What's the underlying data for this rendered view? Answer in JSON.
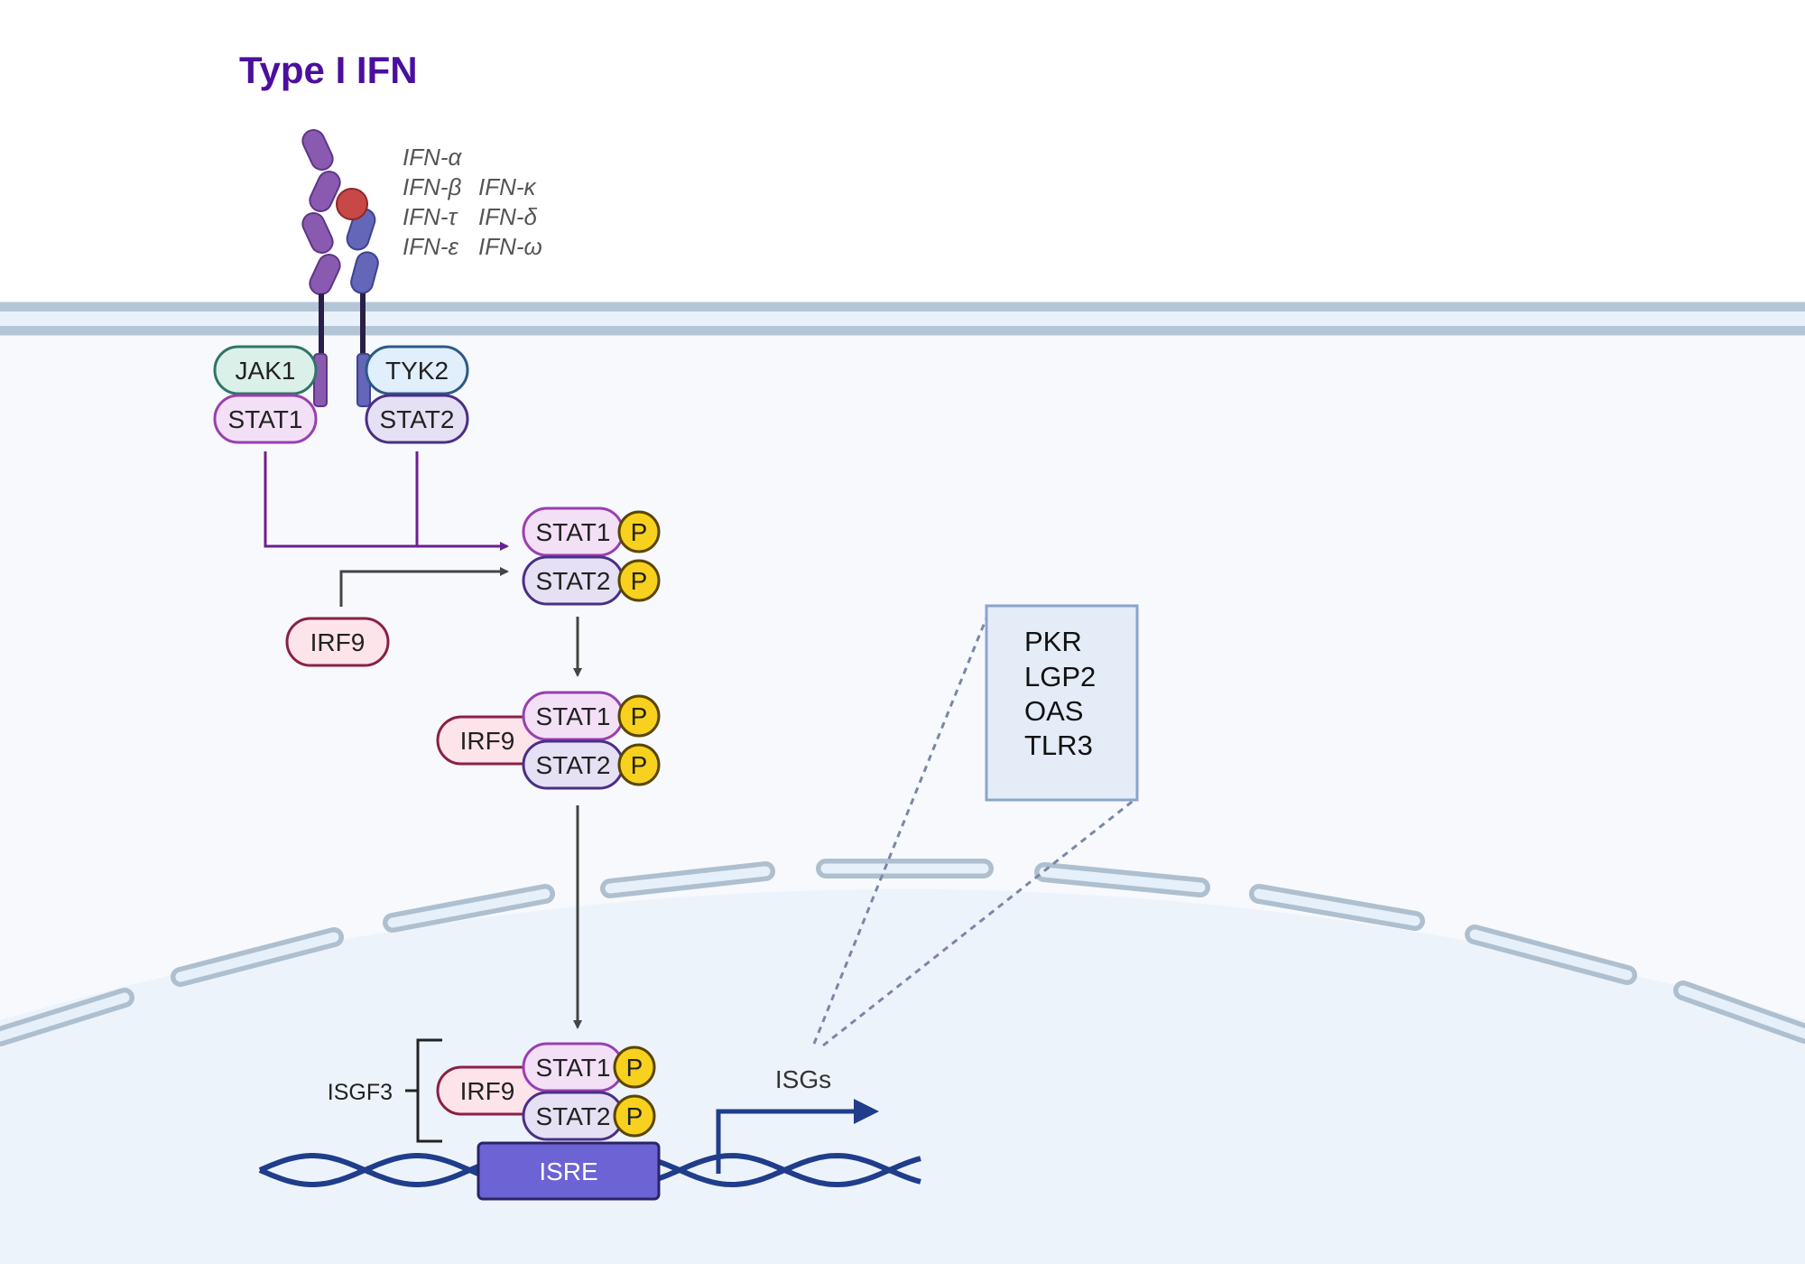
{
  "title": "Type I IFN",
  "ligands": [
    "IFN-α",
    "IFN-β",
    "IFN-κ",
    "IFN-τ",
    "IFN-δ",
    "IFN-ε",
    "IFN-ω"
  ],
  "receptor": {
    "kinase_left": "JAK1",
    "kinase_right": "TYK2",
    "stat_left": "STAT1",
    "stat_right": "STAT2"
  },
  "irf9": "IRF9",
  "phospho": "P",
  "complex": {
    "stat1": "STAT1",
    "stat2": "STAT2",
    "irf9": "IRF9",
    "name": "ISGF3"
  },
  "dna_element": "ISRE",
  "genes_label": "ISGs",
  "isg_list": [
    "PKR",
    "LGP2",
    "OAS",
    "TLR3"
  ],
  "colors": {
    "title": "#4b0f9e",
    "membrane": "#b4c6d6",
    "stat1_fill": "#f3e0f7",
    "stat1_stroke": "#9a3fb0",
    "stat2_fill": "#e6e0f4",
    "stat2_stroke": "#4a2f86",
    "irf9_fill": "#fde4ea",
    "irf9_stroke": "#8a2046",
    "jak1_fill": "#dcf0ea",
    "jak1_stroke": "#2e7565",
    "tyk2_fill": "#e0effb",
    "tyk2_stroke": "#2c5a86",
    "phospho_fill": "#f7d11e",
    "isre_fill": "#6c63d4",
    "dna": "#1f3d8a"
  }
}
